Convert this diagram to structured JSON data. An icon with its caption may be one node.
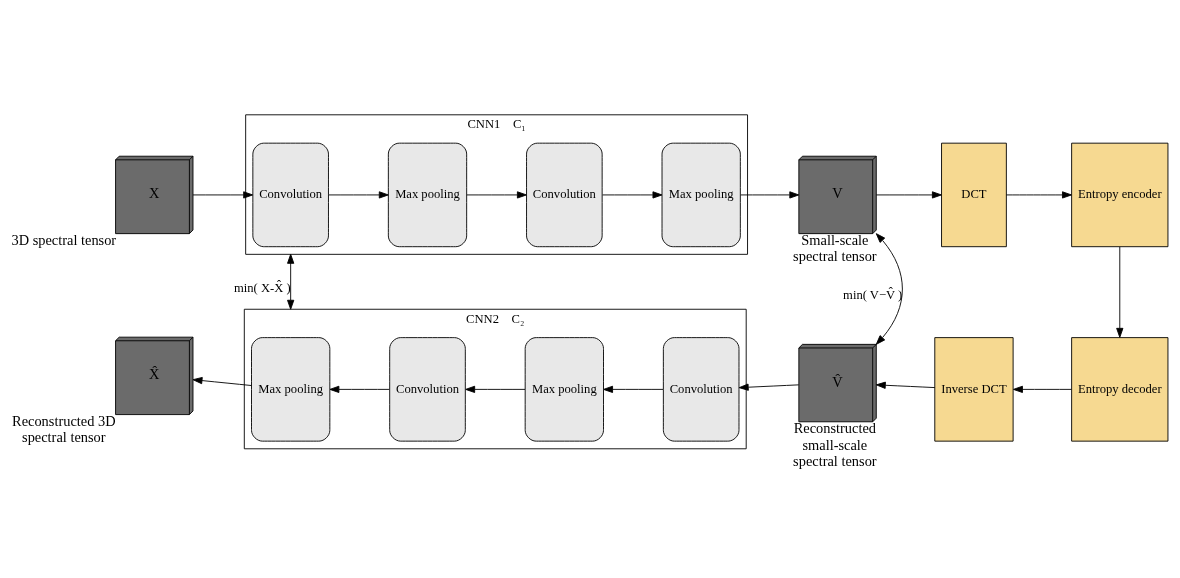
{
  "diagram": {
    "nodes": [
      {
        "text": [
          "X"
        ],
        "beside": [
          "3D spectral tensor"
        ]
      },
      {
        "text": [
          "CNN1"
        ],
        "beside": [
          "C₁"
        ]
      },
      {
        "text": [
          "Convolution"
        ],
        "in": 1
      },
      {
        "text": [
          "Max pooling"
        ],
        "in": 1
      },
      {
        "text": [
          "Convolution"
        ],
        "in": 1
      },
      {
        "text": [
          "Max pooling"
        ],
        "in": 1
      },
      {
        "text": [
          "V"
        ],
        "beside": [
          "Small-scale spectral tensor"
        ]
      },
      {
        "text": [
          "DCT"
        ]
      },
      {
        "text": [
          "Entropy encoder"
        ]
      },
      {
        "text": [
          "Entropy decoder"
        ]
      },
      {
        "text": [
          "Inverse DCT"
        ]
      },
      {
        "text": [
          "V̂"
        ],
        "beside": [
          "Reconstructed small-scale spectral tensor"
        ]
      },
      {
        "text": [
          "CNN2"
        ],
        "beside": [
          "C₂"
        ]
      },
      {
        "text": [
          "Max pooling"
        ],
        "in": 12
      },
      {
        "text": [
          "Convolution"
        ],
        "in": 12
      },
      {
        "text": [
          "Max pooling"
        ],
        "in": 12
      },
      {
        "text": [
          "Convolution"
        ],
        "in": 12
      },
      {
        "text": [
          "X̂"
        ],
        "beside": [
          "Reconstructed 3D spectral tensor"
        ]
      }
    ],
    "edges": [
      {
        "from": 0,
        "to": 2,
        "arrow": "to"
      },
      {
        "from": 2,
        "to": 3,
        "arrow": "to"
      },
      {
        "from": 3,
        "to": 4,
        "arrow": "to"
      },
      {
        "from": 4,
        "to": 5,
        "arrow": "to"
      },
      {
        "from": 5,
        "to": 6,
        "arrow": "to"
      },
      {
        "from": 6,
        "to": 7,
        "arrow": "to"
      },
      {
        "from": 7,
        "to": 8,
        "arrow": "to"
      },
      {
        "from": 8,
        "to": 9,
        "arrow": "to"
      },
      {
        "from": 9,
        "to": 10,
        "arrow": "to"
      },
      {
        "from": 10,
        "to": 11,
        "arrow": "to"
      },
      {
        "from": 11,
        "to": 16,
        "arrow": "to"
      },
      {
        "from": 16,
        "to": 15,
        "arrow": "to"
      },
      {
        "from": 15,
        "to": 14,
        "arrow": "to"
      },
      {
        "from": 14,
        "to": 13,
        "arrow": "to"
      },
      {
        "from": 13,
        "to": 17,
        "arrow": "to"
      },
      {
        "from": 1,
        "to": 12,
        "arrow": "both",
        "label": "min( X-X̂ )"
      },
      {
        "from": 6,
        "to": 11,
        "arrow": "both",
        "label": "min( V−V̂ )"
      }
    ]
  }
}
